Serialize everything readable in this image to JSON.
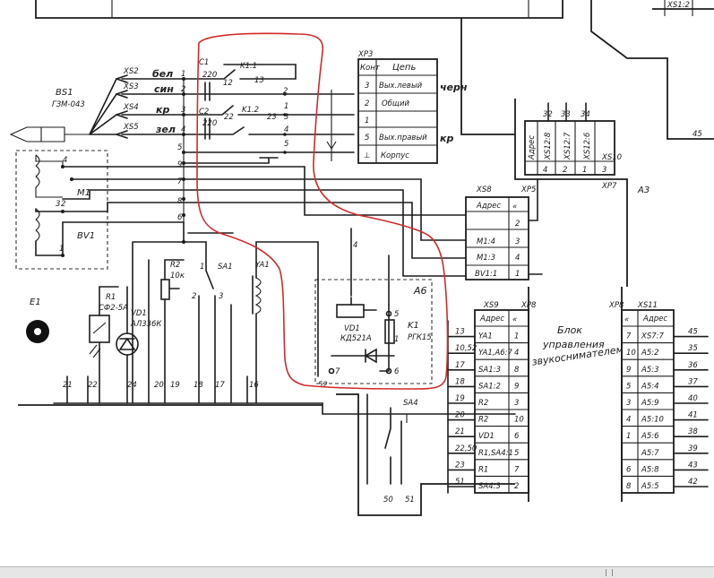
{
  "diagram": {
    "top": {
      "xs1_2": "XS1:2",
      "n45": "45"
    },
    "sensor": {
      "name": "BS1",
      "model": "ГЗМ-043"
    },
    "xs_connectors": [
      {
        "label": "XS2",
        "handwritten": "бел",
        "pin": "1"
      },
      {
        "label": "XS3",
        "handwritten": "син",
        "pin": "2"
      },
      {
        "label": "XS4",
        "handwritten": "кр",
        "pin": "3"
      },
      {
        "label": "XS5",
        "handwritten": "зел",
        "pin": "4"
      }
    ],
    "capacitors": {
      "c1": "C1",
      "v1": "220",
      "c2": "C2",
      "v2": "220"
    },
    "relay_contacts": {
      "k11": "K1.1",
      "k12": "K1.2",
      "n12": "12",
      "n13": "13",
      "n22": "22",
      "n23": "23",
      "n2": "2",
      "n1": "1",
      "n3": "3",
      "n4": "4",
      "n5": "5"
    },
    "xp3": {
      "title": "XP3",
      "header": {
        "kont": "Конт",
        "circuit": "Цепь"
      },
      "rows": [
        {
          "pin": "3",
          "name": "Вых.левый",
          "note": "черн"
        },
        {
          "pin": "2",
          "name": "Общий",
          "note": ""
        },
        {
          "pin": "1",
          "name": "",
          "note": ""
        },
        {
          "pin": "5",
          "name": "Вых.правый",
          "note": "кр"
        },
        {
          "pin": "⊥",
          "name": "Корпус",
          "note": ""
        }
      ]
    },
    "left_pins": [
      "5",
      "9",
      "7",
      "8",
      "6"
    ],
    "m1": {
      "label": "M1",
      "bv": "BV1",
      "pins": [
        "4",
        "3",
        "2",
        "1"
      ]
    },
    "r2": {
      "label": "R2",
      "value": "10к"
    },
    "sa1": {
      "label": "SA1",
      "pins": [
        "1",
        "2",
        "3"
      ]
    },
    "ya1": {
      "label": "YA1"
    },
    "e1": {
      "label": "E1"
    },
    "r1": {
      "label": "R1",
      "value": "СФ2-5А"
    },
    "vd1_left": {
      "label": "VD1",
      "value": "АЛ336К"
    },
    "bottom_pins": [
      "21",
      "22",
      "24",
      "20",
      "19",
      "18",
      "17",
      "16"
    ],
    "a6": {
      "title": "A6",
      "k1": "K1",
      "k1_model": "РГК15",
      "vd1": "VD1",
      "vd1_model": "КД521А",
      "pins": [
        "5",
        "1",
        "6",
        "7"
      ]
    },
    "n52": "52",
    "sa4": {
      "label": "SA4",
      "pins": [
        "50",
        "51"
      ]
    },
    "xs10": {
      "title": "XS10",
      "pins": [
        "4",
        "2",
        "1",
        "3"
      ],
      "wires": [
        "32",
        "33",
        "34"
      ],
      "cells": [
        "Адрес",
        "XS12:8",
        "XS12:7",
        "XS12:6"
      ]
    },
    "xs8": {
      "title": "XS8",
      "plug": "XP5",
      "header": "Адрес",
      "rows": [
        {
          "name": "",
          "pin": "2"
        },
        {
          "name": "M1:4",
          "pin": "3"
        },
        {
          "name": "M1:3",
          "pin": "4"
        },
        {
          "name": "BV1:1",
          "pin": "1"
        }
      ]
    },
    "xs9": {
      "title": "XS9",
      "plug": "XP8",
      "header": "Адрес",
      "rows": [
        {
          "wire": "13",
          "name": "YA1",
          "pin": "1"
        },
        {
          "wire": "10,52",
          "name": "YA1,A6:7",
          "pin": "4"
        },
        {
          "wire": "17",
          "name": "SA1:3",
          "pin": "8"
        },
        {
          "wire": "18",
          "name": "SA1:2",
          "pin": "9"
        },
        {
          "wire": "19",
          "name": "R2",
          "pin": "3"
        },
        {
          "wire": "20",
          "name": "R2",
          "pin": "10"
        },
        {
          "wire": "21",
          "name": "VD1",
          "pin": "6"
        },
        {
          "wire": "22,50",
          "name": "R1,SA4:1",
          "pin": "5"
        },
        {
          "wire": "23",
          "name": "R1",
          "pin": "7"
        },
        {
          "wire": "51",
          "name": "SA4:3",
          "pin": "2"
        }
      ]
    },
    "xs11": {
      "title": "XS11",
      "plug": "XP8",
      "header": "Адрес",
      "rows": [
        {
          "pin": "7",
          "name": "XS7:7",
          "wire": "45"
        },
        {
          "pin": "10",
          "name": "A5:2",
          "wire": "35"
        },
        {
          "pin": "9",
          "name": "A5:3",
          "wire": "36"
        },
        {
          "pin": "5",
          "name": "A5:4",
          "wire": "37"
        },
        {
          "pin": "3",
          "name": "A5:9",
          "wire": "40"
        },
        {
          "pin": "4",
          "name": "A5:10",
          "wire": "41"
        },
        {
          "pin": "1",
          "name": "A5:6",
          "wire": "38"
        },
        {
          "pin": "",
          "name": "A5:7",
          "wire": "39"
        },
        {
          "pin": "6",
          "name": "A5:8",
          "wire": "43"
        },
        {
          "pin": "8",
          "name": "A5:5",
          "wire": "42"
        }
      ]
    },
    "xp7": "XP7",
    "a3": "A3",
    "block": {
      "line1": "Блок",
      "line2": "управления",
      "line3": "звукоснимателем"
    }
  },
  "colors": {
    "ink": "#1d1d1d",
    "paper": "#ffffff",
    "annotation_red": "#d42a2a",
    "scrollbar": "#e6e6e6"
  }
}
